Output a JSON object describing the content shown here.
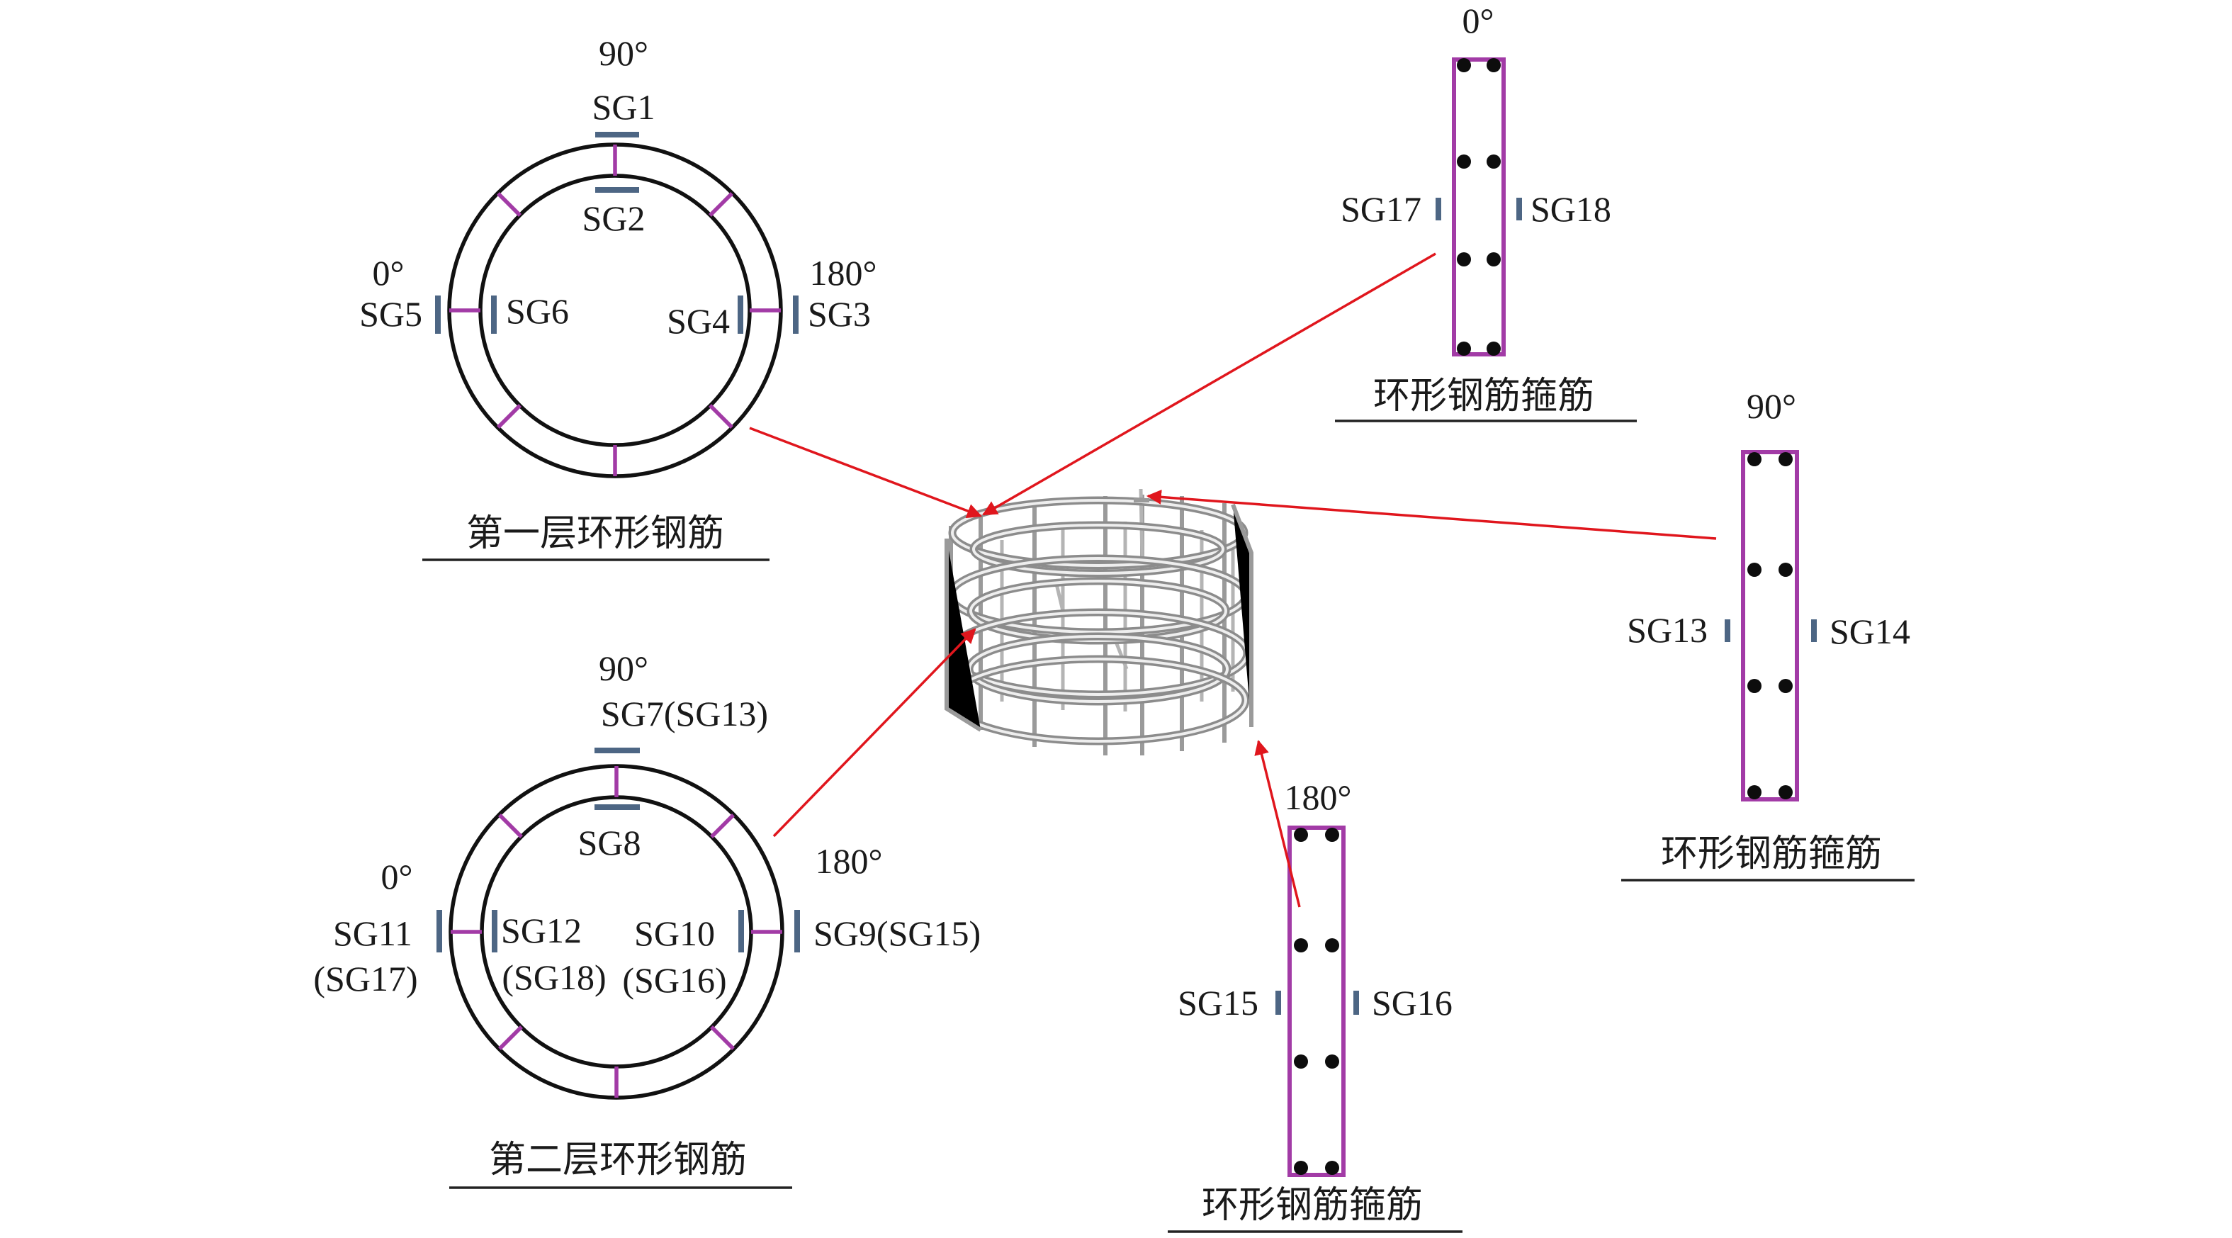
{
  "layer1": {
    "caption": "第一层环形钢筋",
    "angle_top": "90°",
    "angle_left": "0°",
    "angle_right": "180°",
    "gauges": {
      "sg1": "SG1",
      "sg2": "SG2",
      "sg3": "SG3",
      "sg4": "SG4",
      "sg5": "SG5",
      "sg6": "SG6"
    }
  },
  "layer2": {
    "caption": "第二层环形钢筋",
    "angle_top": "90°",
    "angle_left": "0°",
    "angle_right": "180°",
    "gauges": {
      "sg7": "SG7(SG13)",
      "sg8": "SG8",
      "sg9": "SG9(SG15)",
      "sg10": "SG10",
      "sg10b": "(SG16)",
      "sg11": "SG11",
      "sg11b": "(SG17)",
      "sg12": "SG12",
      "sg12b": "(SG18)"
    }
  },
  "stirrup_top": {
    "caption": "环形钢筋箍筋",
    "angle": "0°",
    "left_gauge": "SG17",
    "right_gauge": "SG18"
  },
  "stirrup_right": {
    "caption": "环形钢筋箍筋",
    "angle": "90°",
    "left_gauge": "SG13",
    "right_gauge": "SG14"
  },
  "stirrup_bottom": {
    "caption": "环形钢筋箍筋",
    "angle": "180°",
    "left_gauge": "SG15",
    "right_gauge": "SG16"
  },
  "colors": {
    "arrow": "#e0161d",
    "tie": "#a23ba6",
    "gauge": "#4d6684",
    "cage": "#8c8c8c"
  }
}
